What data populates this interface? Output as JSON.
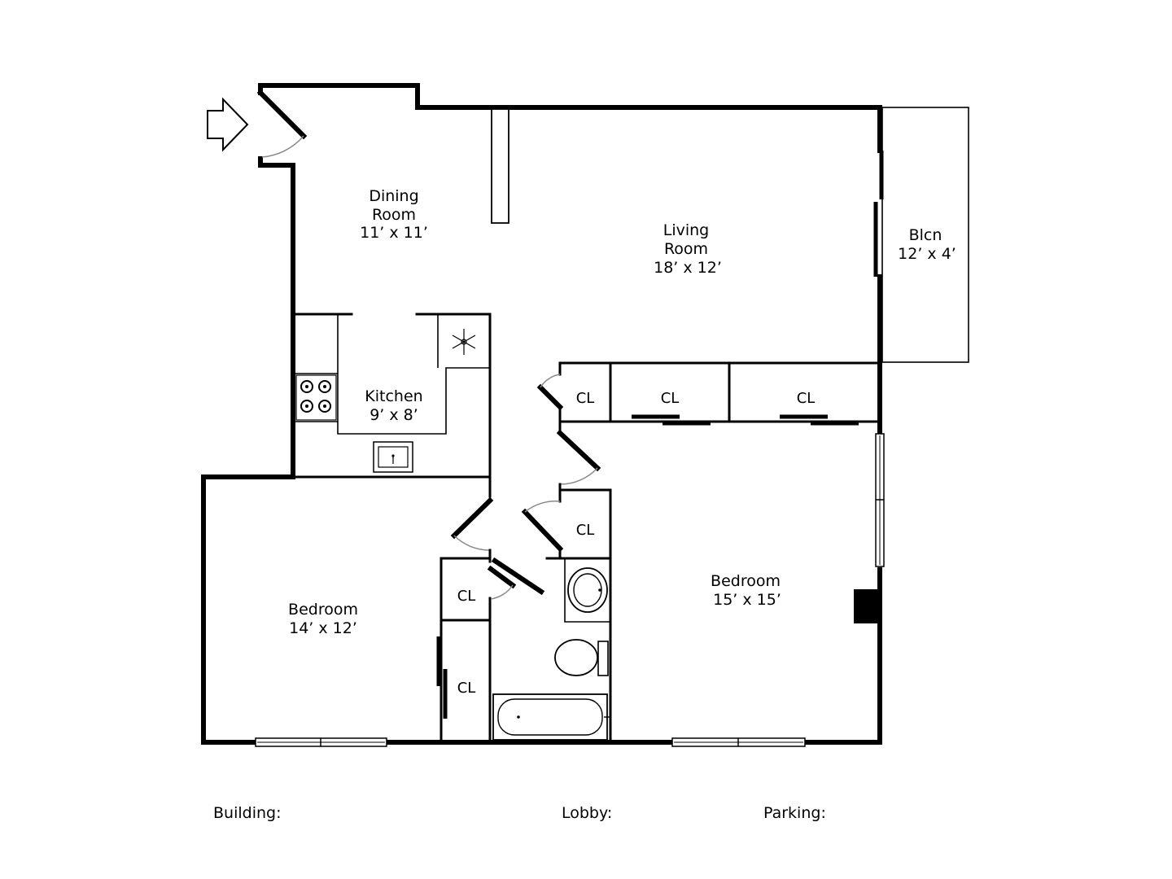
{
  "rooms": {
    "dining": {
      "name_line1": "Dining",
      "name_line2": "Room",
      "size": "11’ x 11’"
    },
    "living": {
      "name_line1": "Living",
      "name_line2": "Room",
      "size": "18’ x 12’"
    },
    "balcony": {
      "name": "Blcn",
      "size": "12’ x 4’"
    },
    "kitchen": {
      "name": "Kitchen",
      "size": "9’ x 8’"
    },
    "bedroom_left": {
      "name": "Bedroom",
      "size": "14’ x 12’"
    },
    "bedroom_right": {
      "name": "Bedroom",
      "size": "15’ x 15’"
    }
  },
  "closets": {
    "label": "CL"
  },
  "footer": {
    "building": "Building:",
    "lobby": "Lobby:",
    "parking": "Parking:"
  },
  "icons": {
    "entry": "entry-arrow-icon",
    "fridge": "snowflake-icon",
    "stove": "stove-burners-icon",
    "sink": "sink-icon",
    "toilet": "toilet-icon",
    "bathtub": "bathtub-icon",
    "fireplace": "fireplace-icon"
  },
  "colors": {
    "wall": "#000000",
    "door_swing": "#8a8a8a",
    "background": "#ffffff"
  }
}
